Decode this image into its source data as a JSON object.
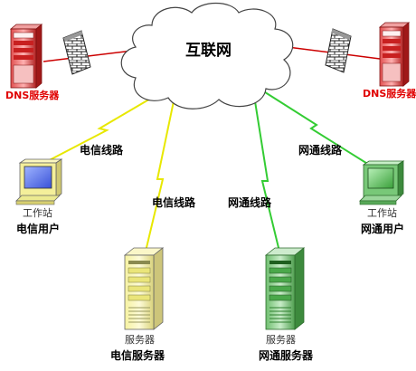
{
  "cloud": {
    "label": "互联网"
  },
  "dns_left": {
    "label": "DNS服务器"
  },
  "dns_right": {
    "label": "DNS服务器"
  },
  "telecom_user": {
    "caption": "工作站",
    "label": "电信用户"
  },
  "netcom_user": {
    "caption": "工作站",
    "label": "网通用户"
  },
  "telecom_server": {
    "caption": "服务器",
    "label": "电信服务器"
  },
  "netcom_server": {
    "caption": "服务器",
    "label": "网通服务器"
  },
  "links": {
    "telecom_user_line": "电信线路",
    "telecom_server_line": "电信线路",
    "netcom_server_line": "网通线路",
    "netcom_user_line": "网通线路"
  },
  "colors": {
    "telecom": "#e8e800",
    "netcom": "#33cc33",
    "dns_link": "#cc0000",
    "dns_label": "#e00000"
  }
}
